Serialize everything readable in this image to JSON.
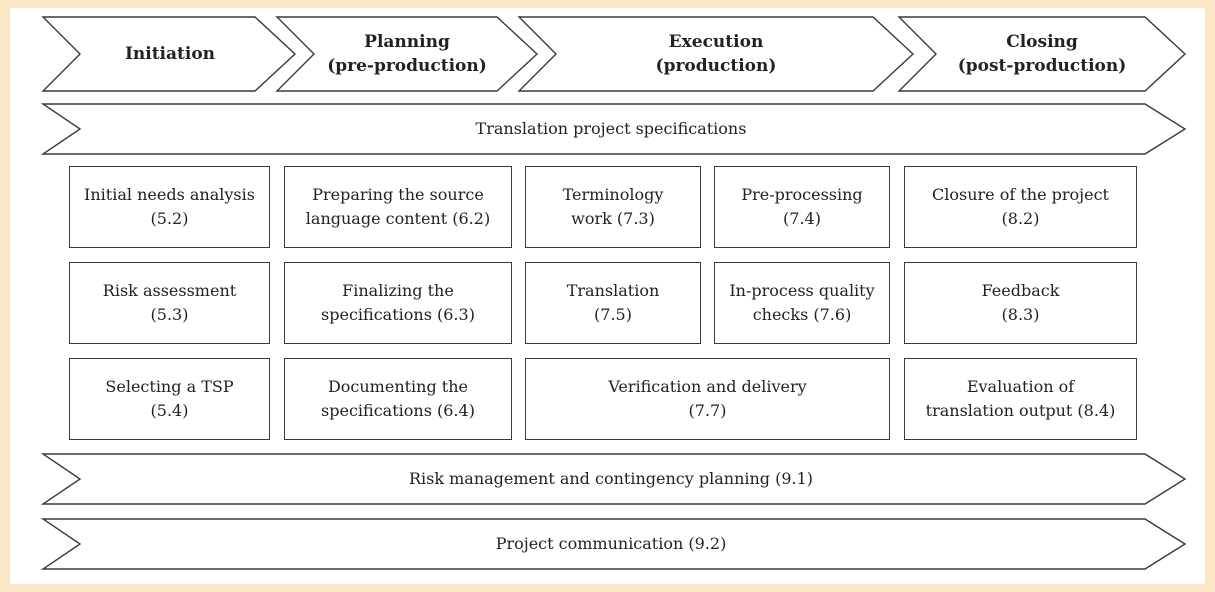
{
  "phases": [
    {
      "label": "Initiation"
    },
    {
      "label": "Planning\n(pre-production)"
    },
    {
      "label": "Execution\n(production)"
    },
    {
      "label": "Closing\n(post-production)"
    }
  ],
  "bands": {
    "specifications": "Translation project specifications",
    "risk": "Risk management and contingency planning (9.1)",
    "communication": "Project communication (9.2)"
  },
  "boxes": {
    "initial_needs": "Initial needs analysis\n(5.2)",
    "preparing_source": "Preparing the source\nlanguage content (6.2)",
    "terminology": "Terminology\nwork (7.3)",
    "preprocessing": "Pre-processing\n(7.4)",
    "closure": "Closure of the project\n(8.2)",
    "risk_assessment": "Risk assessment\n(5.3)",
    "finalizing": "Finalizing the\nspecifications (6.3)",
    "translation": "Translation\n(7.5)",
    "in_process_qc": "In-process quality\nchecks (7.6)",
    "feedback": "Feedback\n(8.3)",
    "selecting_tsp": "Selecting a TSP\n(5.4)",
    "documenting": "Documenting the\nspecifications (6.4)",
    "verification": "Verification and delivery\n(7.7)",
    "evaluation": "Evaluation of\ntranslation output (8.4)"
  }
}
